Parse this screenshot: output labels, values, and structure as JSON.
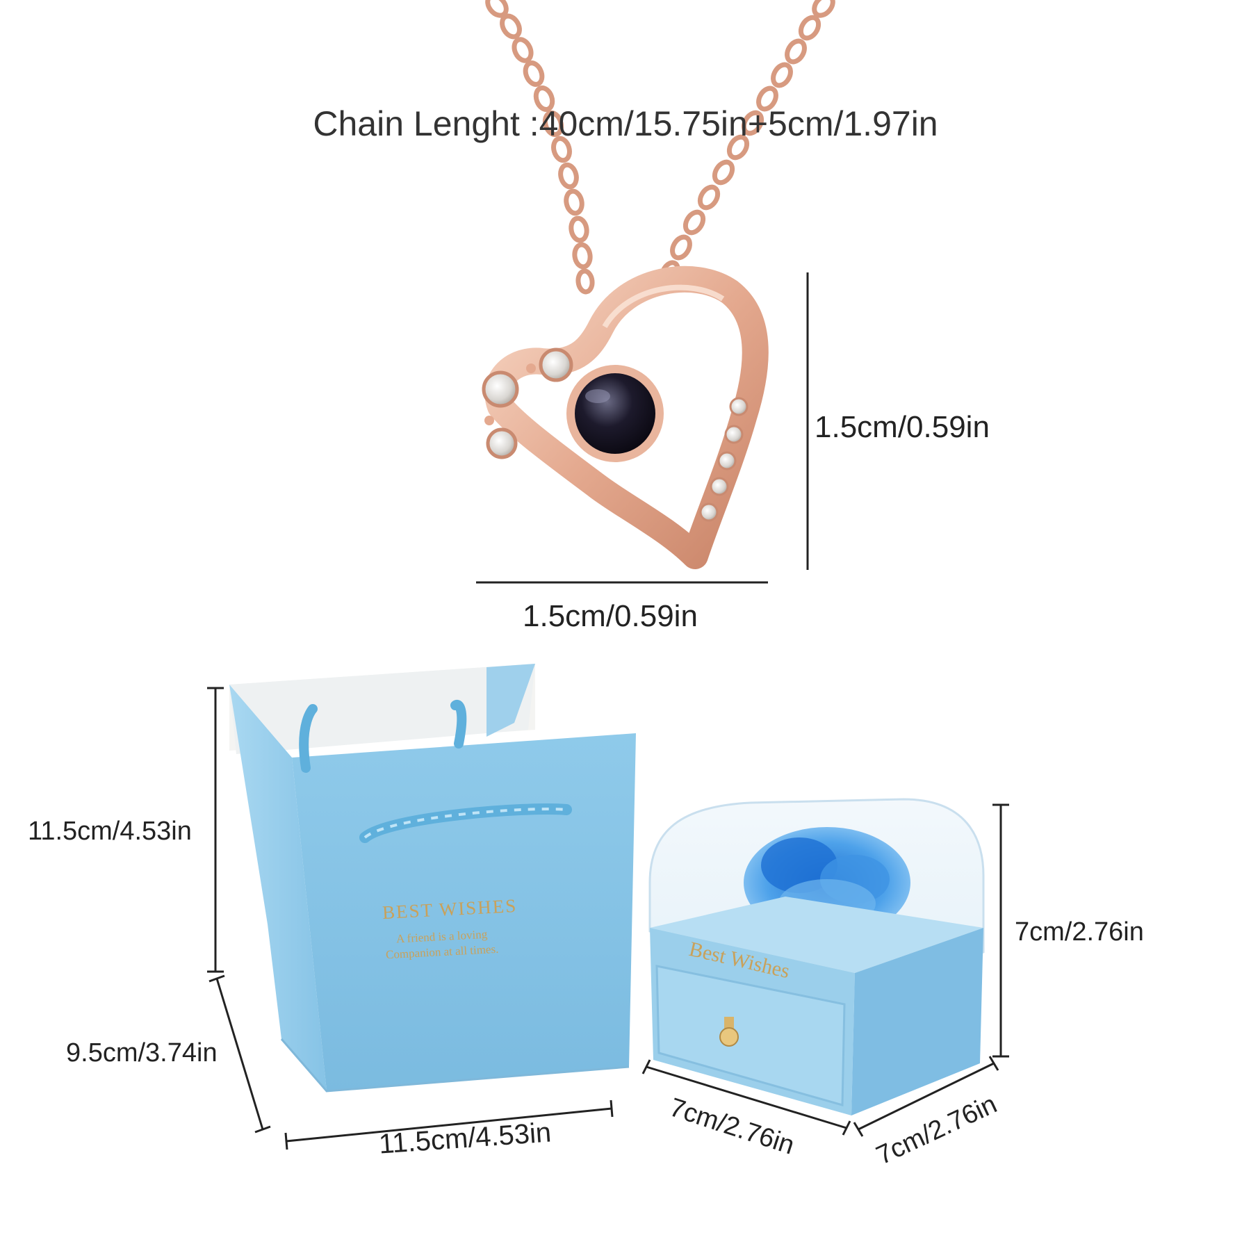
{
  "chain_text": "Chain Lenght :40cm/15.75in+5cm/1.97in",
  "pendant": {
    "height_label": "1.5cm/0.59in",
    "width_label": "1.5cm/0.59in"
  },
  "bag": {
    "height_label": "11.5cm/4.53in",
    "depth_label": "9.5cm/3.74in",
    "width_label": "11.5cm/4.53in",
    "print_title": "BEST WISHES",
    "print_line1": "A friend is a loving",
    "print_line2": "Companion at all times."
  },
  "box": {
    "height_label": "7cm/2.76in",
    "width_label": "7cm/2.76in",
    "depth_label": "7cm/2.76in",
    "print_text": "Best Wishes"
  },
  "colors": {
    "chain": "#d89a82",
    "pendant": "#e8b39c",
    "bag_blue": "#8cc6e6",
    "box_blue": "#9fd2ee",
    "gold_text": "#c9a15a",
    "rose_blue": "#3a8fd8"
  }
}
